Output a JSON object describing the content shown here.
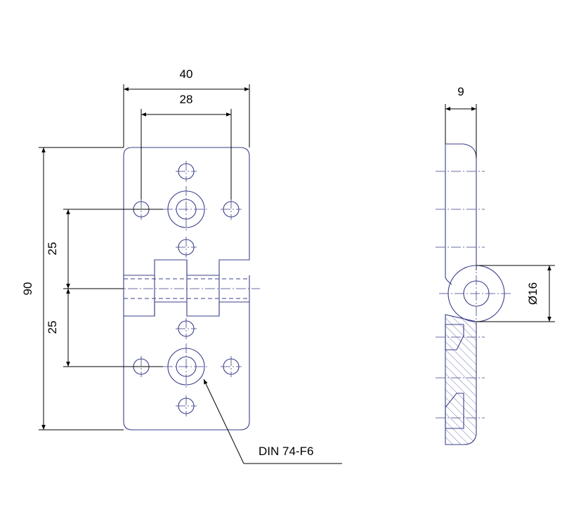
{
  "dimensions": {
    "overall_width": "40",
    "hole_spacing": "28",
    "overall_height": "90",
    "upper_offset": "25",
    "lower_offset": "25",
    "thickness": "9",
    "knuckle_diameter": "Ø16"
  },
  "callout": {
    "standard": "DIN 74-F6"
  },
  "colors": {
    "part_line": "#3a3f8a",
    "dimension_line": "#000000"
  }
}
